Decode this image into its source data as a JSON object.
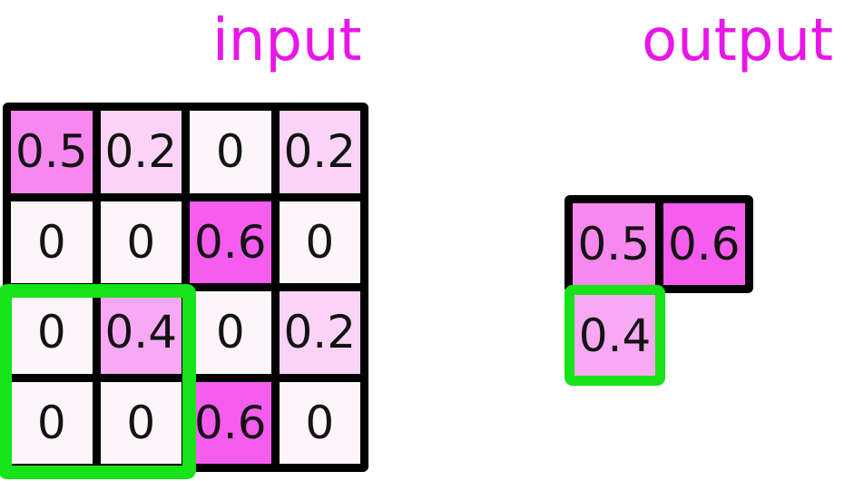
{
  "figure": {
    "input_label": "input",
    "output_label": "output"
  },
  "colors": {
    "background": "#ffffff",
    "title_text": "#e816e8",
    "cell_text": "#131313",
    "grid_line": "#000000",
    "window_highlight": "#18e218",
    "value_fill": {
      "0": "#fcf6fb",
      "0.2": "#fbd3f6",
      "0.4": "#f9a8f4",
      "0.5": "#f987f0",
      "0.6": "#f65cee"
    }
  },
  "input_grid": {
    "rows": [
      [
        "0.5",
        "0.2",
        "0",
        "0.2"
      ],
      [
        "0",
        "0",
        "0.6",
        "0"
      ],
      [
        "0",
        "0.4",
        "0",
        "0.2"
      ],
      [
        "0",
        "0",
        "0.6",
        "0"
      ]
    ],
    "highlight_window": {
      "row_start": 3,
      "row_end": 4,
      "col_start": 1,
      "col_end": 2
    }
  },
  "output_grid": {
    "cells": [
      {
        "value": "0.5",
        "row": 1,
        "col": 1,
        "highlighted": false
      },
      {
        "value": "0.6",
        "row": 1,
        "col": 2,
        "highlighted": false
      },
      {
        "value": "0.4",
        "row": 2,
        "col": 1,
        "highlighted": true
      }
    ]
  }
}
